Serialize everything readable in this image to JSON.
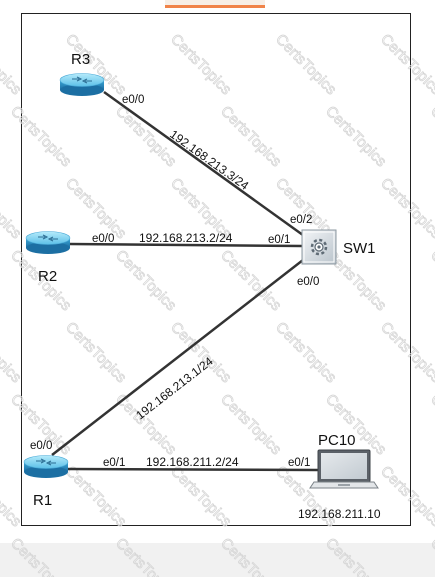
{
  "watermark": "CertsTopics",
  "devices": {
    "r3": {
      "name": "R3"
    },
    "r2": {
      "name": "R2"
    },
    "r1": {
      "name": "R1"
    },
    "sw1": {
      "name": "SW1"
    },
    "pc10": {
      "name": "PC10",
      "ip": "192.168.211.10"
    }
  },
  "links": {
    "r3_sw1": {
      "a_intf": "e0/0",
      "ip": "192.168.213.3/24",
      "b_intf": "e0/2"
    },
    "r2_sw1": {
      "a_intf": "e0/0",
      "ip": "192.168.213.2/24",
      "b_intf": "e0/1"
    },
    "r1_sw1": {
      "a_intf": "e0/0",
      "ip": "192.168.213.1/24",
      "b_intf": "e0/0"
    },
    "r1_pc10": {
      "a_intf": "e0/1",
      "ip": "192.168.211.2/24",
      "b_intf": "e0/1"
    }
  },
  "colors": {
    "router_top": "#7fd3f0",
    "router_side": "#2a8fc4",
    "switch_face": "#dde3e8",
    "link": "#333333",
    "watermark": "#d6d6d6"
  }
}
